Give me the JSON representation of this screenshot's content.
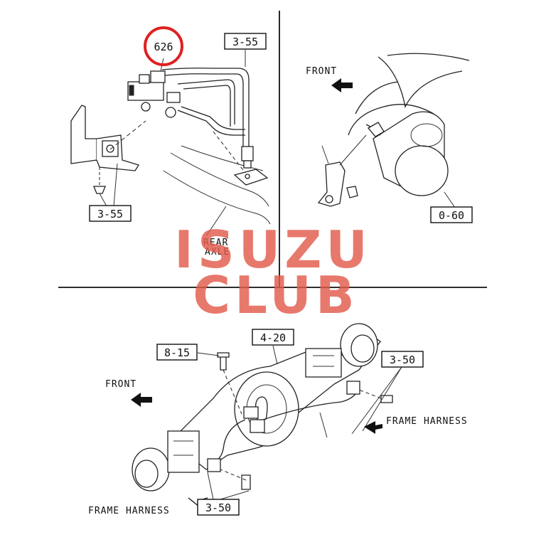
{
  "top_left": {
    "callout_626": "626",
    "ref_top": "3-55",
    "ref_bottom": "3-55",
    "rear_axle": [
      "REAR",
      "AXLE"
    ]
  },
  "top_right": {
    "front": "FRONT",
    "ref": "0-60"
  },
  "bottom": {
    "ref_8_15": "8-15",
    "ref_4_20": "4-20",
    "ref_3_50_right": "3-50",
    "ref_3_50_bottom": "3-50",
    "front": "FRONT",
    "frame_harness_right": "FRAME HARNESS",
    "frame_harness_left": "FRAME HARNESS"
  },
  "watermark": {
    "line1": "ISUZU",
    "line2": "CLUB"
  },
  "colors": {
    "callout_circle": "#e02020",
    "watermark": "#e25c4c"
  }
}
